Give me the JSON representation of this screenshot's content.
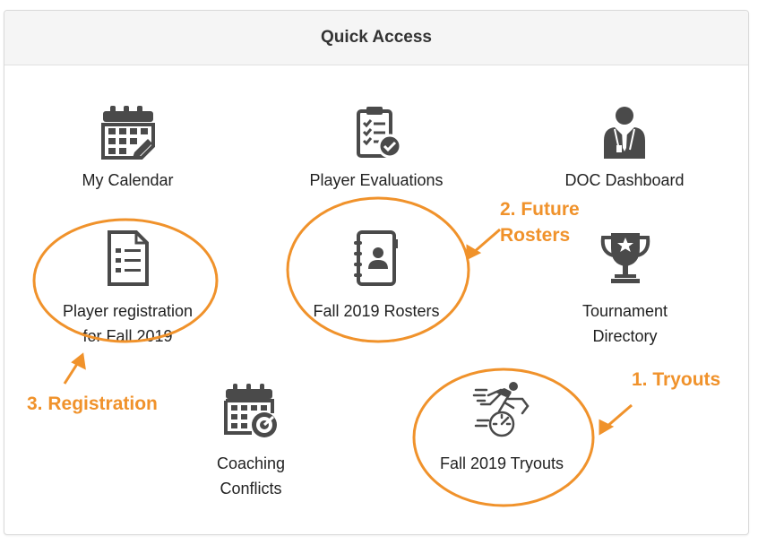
{
  "panel": {
    "title": "Quick Access"
  },
  "tiles": {
    "calendar": {
      "label": "My Calendar",
      "icon": "calendar-icon"
    },
    "evaluations": {
      "label": "Player Evaluations",
      "icon": "clipboard-check-icon"
    },
    "doc_dashboard": {
      "label": "DOC Dashboard",
      "icon": "person-tie-icon"
    },
    "registration": {
      "label_line1": "Player registration",
      "label_line2": "for Fall 2019",
      "icon": "document-list-icon"
    },
    "rosters": {
      "label": "Fall 2019 Rosters",
      "icon": "contact-book-icon"
    },
    "tournament": {
      "label_line1": "Tournament",
      "label_line2": "Directory",
      "icon": "trophy-icon"
    },
    "coaching": {
      "label_line1": "Coaching",
      "label_line2": "Conflicts",
      "icon": "calendar-clock-icon"
    },
    "tryouts": {
      "label": "Fall 2019 Tryouts",
      "icon": "sprinter-speedometer-icon"
    }
  },
  "annotations": {
    "tryouts": "1. Tryouts",
    "rosters_line1": "2. Future",
    "rosters_line2": "Rosters",
    "registration": "3. Registration"
  },
  "colors": {
    "annotation": "#f0922b",
    "icon": "#4a4a4a",
    "header_bg": "#f5f5f5"
  }
}
